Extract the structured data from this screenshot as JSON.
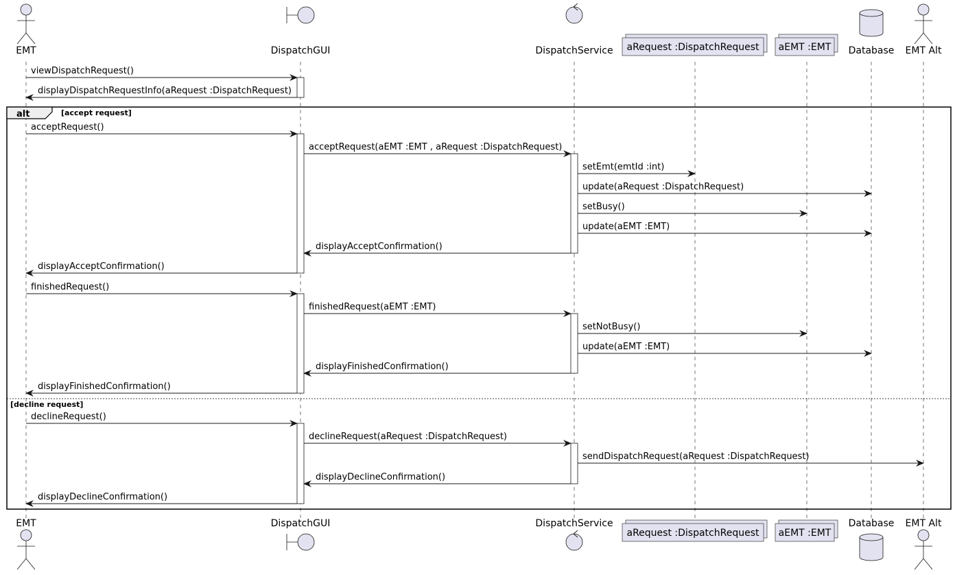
{
  "participants": [
    {
      "id": "emt",
      "label": "EMT",
      "kind": "actor"
    },
    {
      "id": "gui",
      "label": "DispatchGUI",
      "kind": "boundary"
    },
    {
      "id": "svc",
      "label": "DispatchService",
      "kind": "control"
    },
    {
      "id": "req",
      "label": "aRequest :DispatchRequest",
      "kind": "collections"
    },
    {
      "id": "aemt",
      "label": "aEMT :EMT",
      "kind": "collections"
    },
    {
      "id": "db",
      "label": "Database",
      "kind": "database"
    },
    {
      "id": "alt",
      "label": "EMT Alt",
      "kind": "actor"
    }
  ],
  "fragment": {
    "keyword": "alt",
    "guard_accept": "[accept request]",
    "guard_decline": "[decline request]"
  },
  "messages": [
    {
      "from": "emt",
      "to": "gui",
      "label": "viewDispatchRequest()"
    },
    {
      "from": "gui",
      "to": "emt",
      "label": "displayDispatchRequestInfo(aRequest :DispatchRequest)"
    },
    {
      "from": "emt",
      "to": "gui",
      "label": "acceptRequest()"
    },
    {
      "from": "gui",
      "to": "svc",
      "label": "acceptRequest(aEMT :EMT , aRequest :DispatchRequest)"
    },
    {
      "from": "svc",
      "to": "req",
      "label": "setEmt(emtId :int)"
    },
    {
      "from": "svc",
      "to": "db",
      "label": "update(aRequest :DispatchRequest)"
    },
    {
      "from": "svc",
      "to": "aemt",
      "label": "setBusy()"
    },
    {
      "from": "svc",
      "to": "db",
      "label": "update(aEMT :EMT)"
    },
    {
      "from": "svc",
      "to": "gui",
      "label": "displayAcceptConfirmation()"
    },
    {
      "from": "gui",
      "to": "emt",
      "label": "displayAcceptConfirmation()"
    },
    {
      "from": "emt",
      "to": "gui",
      "label": "finishedRequest()"
    },
    {
      "from": "gui",
      "to": "svc",
      "label": "finishedRequest(aEMT :EMT)"
    },
    {
      "from": "svc",
      "to": "aemt",
      "label": "setNotBusy()"
    },
    {
      "from": "svc",
      "to": "db",
      "label": "update(aEMT :EMT)"
    },
    {
      "from": "svc",
      "to": "gui",
      "label": "displayFinishedConfirmation()"
    },
    {
      "from": "gui",
      "to": "emt",
      "label": "displayFinishedConfirmation()"
    },
    {
      "from": "emt",
      "to": "gui",
      "label": "declineRequest()"
    },
    {
      "from": "gui",
      "to": "svc",
      "label": "declineRequest(aRequest :DispatchRequest)"
    },
    {
      "from": "svc",
      "to": "alt",
      "label": "sendDispatchRequest(aRequest :DispatchRequest)"
    },
    {
      "from": "svc",
      "to": "gui",
      "label": "displayDeclineConfirmation()"
    },
    {
      "from": "gui",
      "to": "emt",
      "label": "displayDeclineConfirmation()"
    }
  ],
  "colors": {
    "participant_fill": "#E2E2F0",
    "participant_stroke": "#181818",
    "lifeline": "#181818",
    "activation_fill": "#FFFFFF",
    "fragment_header_fill": "#EEEEEE"
  }
}
